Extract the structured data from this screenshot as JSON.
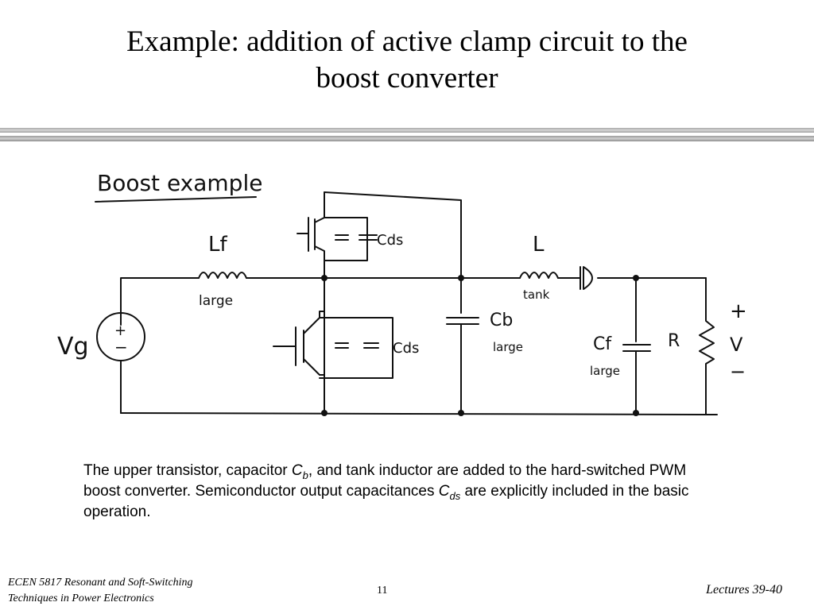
{
  "slide": {
    "title_line1": "Example: addition of active clamp circuit to the",
    "title_line2": "boost converter"
  },
  "diagram": {
    "heading": "Boost example",
    "labels": {
      "input_source": "Vg",
      "source_plus": "+",
      "source_minus": "−",
      "filter_inductor": "Lf",
      "filter_inductor_note": "large",
      "tank_inductor": "L",
      "tank_inductor_note": "tank",
      "upper_cds": "Cds",
      "lower_cds": "Cds",
      "clamp_capacitor": "Cb",
      "clamp_capacitor_note": "large",
      "output_capacitor": "Cf",
      "output_capacitor_note": "large",
      "load": "R",
      "output_plus": "+",
      "output_voltage": "V",
      "output_minus": "−"
    }
  },
  "caption": {
    "part1": "The upper transistor, capacitor ",
    "cb_main": "C",
    "cb_sub": "b",
    "part2": ", and tank inductor are added to the hard-switched PWM boost converter. Semiconductor output capacitances ",
    "cds_main": "C",
    "cds_sub": "ds",
    "part3": " are explicitly included in the basic operation."
  },
  "footer": {
    "course_line1": "ECEN 5817  Resonant and Soft-Switching",
    "course_line2": "Techniques in Power Electronics",
    "page_number": "11",
    "lectures": "Lectures 39-40"
  }
}
